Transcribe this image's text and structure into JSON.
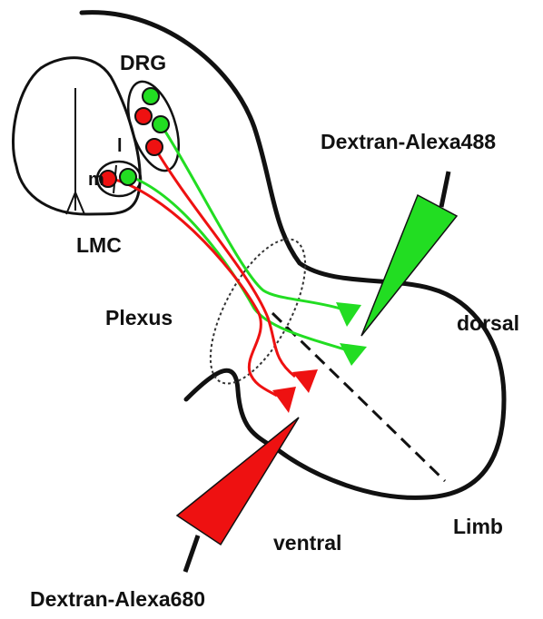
{
  "labels": {
    "drg": "DRG",
    "lmc": "LMC",
    "lateral": "l",
    "medial": "m",
    "plexus": "Plexus",
    "dorsal": "dorsal",
    "ventral": "ventral",
    "limb": "Limb",
    "tracer_green": "Dextran-Alexa488",
    "tracer_red": "Dextran-Alexa680"
  },
  "colors": {
    "green": "#22dd22",
    "red": "#ee1111",
    "outline": "#111111"
  }
}
